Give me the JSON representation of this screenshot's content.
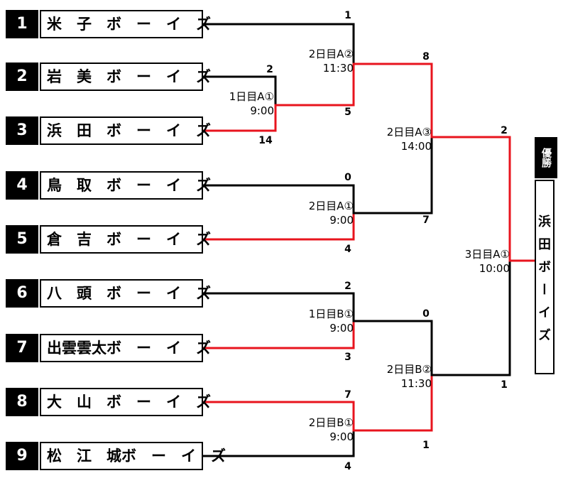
{
  "teams": [
    {
      "seed": "1",
      "name": "米　子　ボ　ー　イ　ズ"
    },
    {
      "seed": "2",
      "name": "岩　美　ボ　ー　イ　ズ"
    },
    {
      "seed": "3",
      "name": "浜　田　ボ　ー　イ　ズ"
    },
    {
      "seed": "4",
      "name": "鳥　取　ボ　ー　イ　ズ"
    },
    {
      "seed": "5",
      "name": "倉　吉　ボ　ー　イ　ズ"
    },
    {
      "seed": "6",
      "name": "八　頭　ボ　ー　イ　ズ"
    },
    {
      "seed": "7",
      "name": "出雲雲太ボ　ー　イ　ズ"
    },
    {
      "seed": "8",
      "name": "大　山　ボ　ー　イ　ズ"
    },
    {
      "seed": "9",
      "name": "松　江　城ボ　ー　イ　ズ"
    }
  ],
  "matches": [
    {
      "id": "m1",
      "day": "1日目A①",
      "time": "9:00",
      "top_score": "2",
      "bottom_score": "14"
    },
    {
      "id": "m2",
      "day": "2日目A②",
      "time": "11:30",
      "top_score": "1",
      "bottom_score": "5"
    },
    {
      "id": "m3",
      "day": "2日目A①",
      "time": "9:00",
      "top_score": "0",
      "bottom_score": "4"
    },
    {
      "id": "m4",
      "day": "1日目B①",
      "time": "9:00",
      "top_score": "2",
      "bottom_score": "3"
    },
    {
      "id": "m5",
      "day": "2日目B①",
      "time": "9:00",
      "top_score": "7",
      "bottom_score": "4"
    },
    {
      "id": "m6",
      "day": "2日目A③",
      "time": "14:00",
      "top_score": "8",
      "bottom_score": "7"
    },
    {
      "id": "m7",
      "day": "2日目B②",
      "time": "11:30",
      "top_score": "0",
      "bottom_score": "1"
    },
    {
      "id": "m8",
      "day": "3日目A①",
      "time": "10:00",
      "top_score": "2",
      "bottom_score": "1"
    }
  ],
  "champion": {
    "header": "優勝",
    "name": "浜田ボーイズ"
  },
  "colors": {
    "winner": "#e8141e",
    "loser": "#000000"
  }
}
